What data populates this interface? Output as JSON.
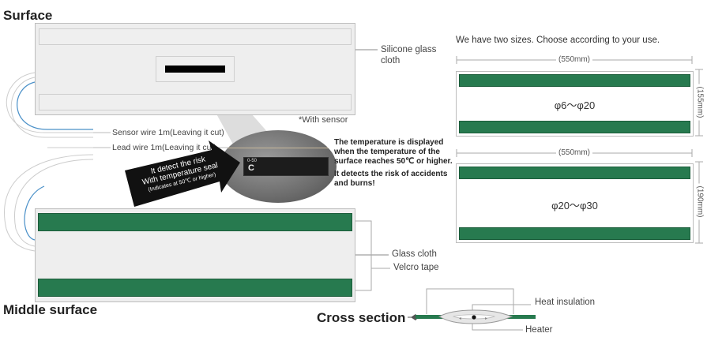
{
  "headings": {
    "surface": "Surface",
    "middle": "Middle surface",
    "cross_section": "Cross section"
  },
  "labels": {
    "silicone_glass_cloth": [
      "Silicone glass",
      "cloth"
    ],
    "with_sensor": "*With sensor",
    "sensor_wire": "Sensor wire 1m(Leaving it cut)",
    "lead_wire": "Lead wire 1m(Leaving it cut)",
    "glass_cloth": "Glass cloth",
    "velcro_tape": "Velcro tape",
    "heat_insulation": "Heat insulation",
    "heater": "Heater"
  },
  "arrow_text": [
    "It detect the risk",
    "With temperature seal",
    "(Indicates at 50℃ or higher)"
  ],
  "seal": {
    "range": "0-50",
    "unit": "C"
  },
  "notes": {
    "display": [
      "The temperature is displayed",
      "when the temperature of the",
      "surface reaches 50℃ or higher."
    ],
    "risk": [
      "It detects the risk of accidents",
      "and burns!"
    ]
  },
  "sizes": {
    "intro": "We have two sizes. Choose according to your use.",
    "items": [
      {
        "width": "(550mm)",
        "height": "(155mm)",
        "range": "φ6～φ20"
      },
      {
        "width": "(550mm)",
        "height": "(190mm)",
        "range": "φ20～φ30"
      }
    ]
  },
  "colors": {
    "velcro_green": "#277a4f",
    "panel_gray": "#eeeeee",
    "wire_blue": "#4a90c8"
  }
}
